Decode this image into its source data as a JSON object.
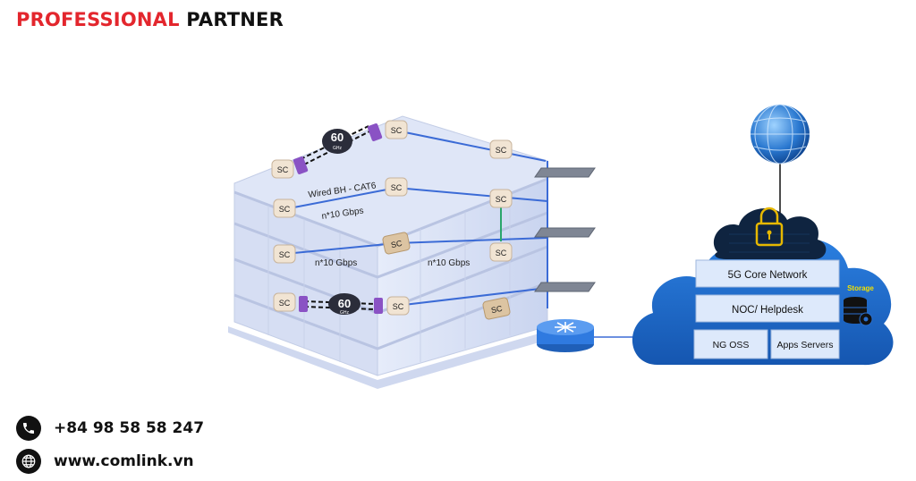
{
  "header": {
    "part1": "PROFESSIONAL",
    "part2": "PARTNER"
  },
  "contact": {
    "phone": "+84 98 58 58 247",
    "website": "www.comlink.vn"
  },
  "building": {
    "small_cell": "SC",
    "wireless_60": "60",
    "ghz": "GHz",
    "wired_bh": "Wired BH - CAT6",
    "gbps": "n*10 Gbps"
  },
  "cloud": {
    "core": "5G Core Network",
    "noc": "NOC/ Helpdesk",
    "oss": "NG OSS",
    "apps": "Apps Servers",
    "storage": "Storage"
  },
  "colors": {
    "brand_red": "#e3262d",
    "cloud_blue": "#1f6fd0",
    "box_fill": "#dde9fb"
  }
}
